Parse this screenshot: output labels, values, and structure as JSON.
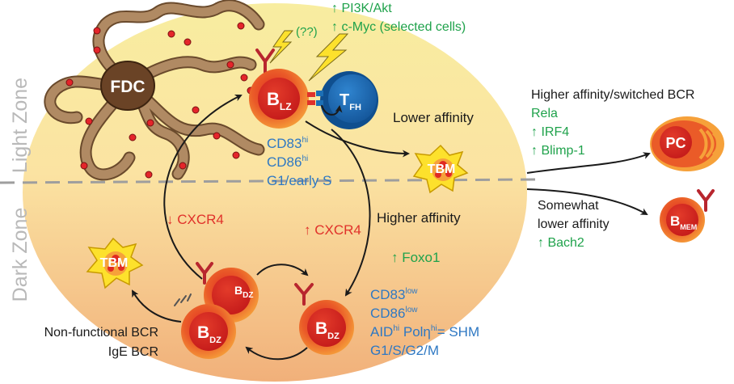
{
  "zones": {
    "light": "Light Zone",
    "dark": "Dark Zone"
  },
  "cells": {
    "fdc": "FDC",
    "b_lz": {
      "main": "B",
      "sub": "LZ"
    },
    "t_fh": {
      "main": "T",
      "sub": "FH"
    },
    "tbm": "TBM",
    "b_dz": {
      "main": "B",
      "sub": "DZ"
    },
    "pc": "PC",
    "b_mem": {
      "main": "B",
      "sub": "MEM"
    }
  },
  "signals": {
    "question": "(??)",
    "pi3k": "↑ PI3K/Akt",
    "cmyc": "↑ c-Myc (selected cells)"
  },
  "lz_markers": {
    "cd83": {
      "base": "CD83",
      "sup": "hi"
    },
    "cd86": {
      "base": "CD86",
      "sup": "hi"
    },
    "cycle": "G1/early S"
  },
  "transitions": {
    "lower_affinity": "Lower affinity",
    "higher_affinity": "Higher affinity",
    "cxcr4_down": "↓ CXCR4",
    "cxcr4_up": "↑ CXCR4",
    "foxo1": "↑ Foxo1"
  },
  "dz_markers": {
    "cd83": {
      "base": "CD83",
      "sup": "low"
    },
    "cd86": {
      "base": "CD86",
      "sup": "low"
    },
    "aid": {
      "a": "AID",
      "a_sup": "hi",
      "b": " Polη",
      "b_sup": "hi",
      "c": "= SHM"
    },
    "cycle": "G1/S/G2/M"
  },
  "dz_fates": {
    "nonfunctional": "Non-functional BCR",
    "ige": "IgE BCR"
  },
  "outputs": {
    "pc_header": "Higher affinity/switched BCR",
    "pc_factors": [
      "Rela",
      "↑ IRF4",
      "↑ Blimp-1"
    ],
    "mem_header_1": "Somewhat",
    "mem_header_2": "lower affinity",
    "mem_factor": "↑ Bach2"
  },
  "colors": {
    "green": "#1fa24b",
    "blue": "#2e78c3",
    "red": "#e0312a",
    "zone_gray": "#b9b9b9",
    "fdc_tan": "#b08a63",
    "fdc_body": "#6a4326",
    "tfh_blue": "#1c6fb5"
  }
}
